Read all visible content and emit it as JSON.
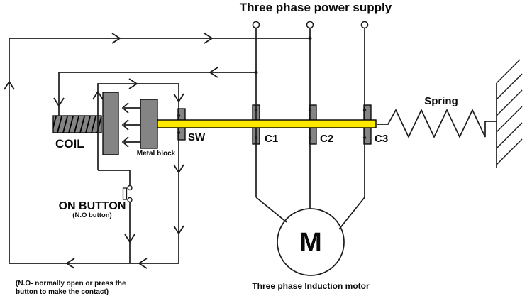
{
  "title": "Three phase power supply",
  "labels": {
    "coil": "COIL",
    "metal_block": "Metal block",
    "sw": "SW",
    "c1": "C1",
    "c2": "C2",
    "c3": "C3",
    "spring": "Spring",
    "on_button": "ON BUTTON",
    "on_button_type": "(N.O button)",
    "motor_symbol": "M",
    "motor_caption": "Three phase Induction motor"
  },
  "note": {
    "line1": "(N.O- normally open or press the",
    "line2": "button to make the contact)"
  },
  "colors": {
    "background": "#ffffff",
    "wire": "#1c1c1c",
    "block_gray": "#848484",
    "shaft_yellow": "#ffe800"
  }
}
